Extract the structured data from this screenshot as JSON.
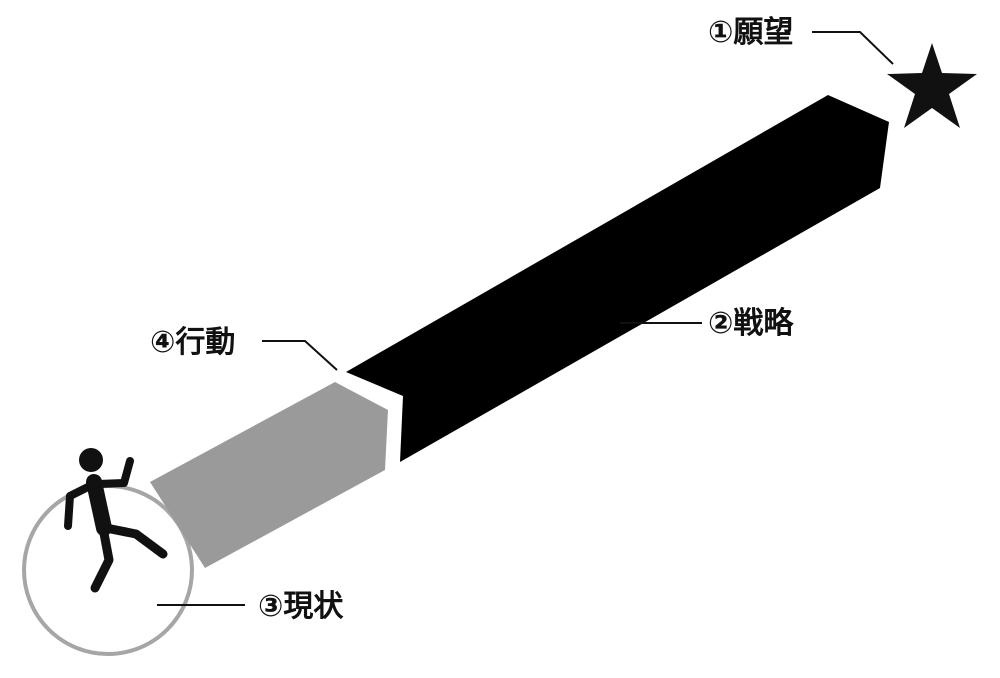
{
  "labels": {
    "wish": "①願望",
    "strategy": "②戦略",
    "current": "③現状",
    "action": "④行動"
  },
  "colors": {
    "strategy_bar": "#000000",
    "action_bar": "#9a9a9a",
    "current_ring": "#a6a6a6",
    "star": "#111111",
    "figure": "#111111",
    "text": "#111111",
    "leader_line": "#111111",
    "background": "#ffffff"
  },
  "icons": {
    "goal": "star-icon",
    "person": "walking-person-icon"
  }
}
